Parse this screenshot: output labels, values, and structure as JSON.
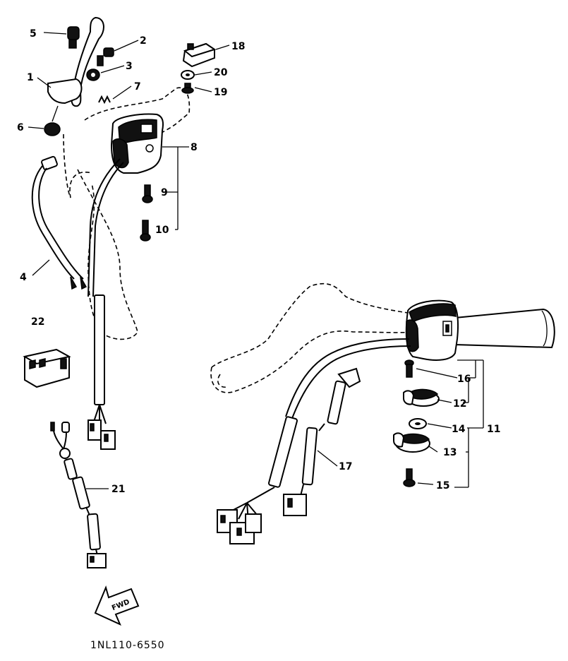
{
  "diagram": {
    "drawing_code": "1NL110-6550",
    "fwd_label": "FWD",
    "part_numbers": {
      "p1": "1",
      "p2": "2",
      "p3": "3",
      "p4": "4",
      "p5": "5",
      "p6": "6",
      "p7": "7",
      "p8": "8",
      "p9": "9",
      "p10": "10",
      "p11": "11",
      "p12": "12",
      "p13": "13",
      "p14": "14",
      "p15": "15",
      "p16": "16",
      "p17": "17",
      "p18": "18",
      "p19": "19",
      "p20": "20",
      "p21": "21",
      "p22": "22"
    }
  }
}
